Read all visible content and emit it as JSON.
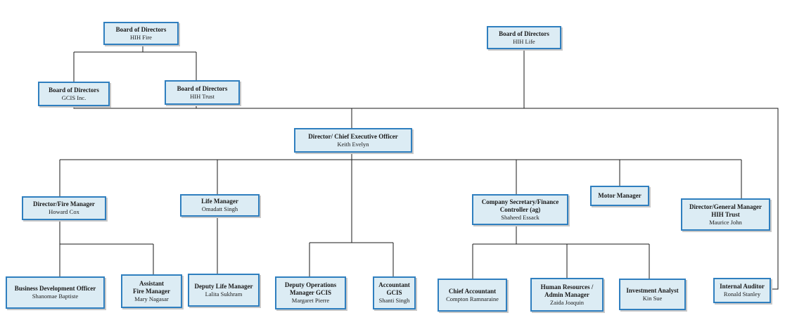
{
  "nodes": {
    "bod_fire": {
      "title": "Board of Directors",
      "name": "HIH Fire"
    },
    "bod_life": {
      "title": "Board of Directors",
      "name": "HIH Life"
    },
    "bod_gcis": {
      "title": "Board of Directors",
      "name": "GCIS Inc."
    },
    "bod_trust": {
      "title": "Board of Directors",
      "name": "HIH Trust"
    },
    "ceo": {
      "title": "Director/ Chief Executive Officer",
      "name": "Keith Evelyn"
    },
    "fire_mgr": {
      "title": "Director/Fire Manager",
      "name": "Howard Cox"
    },
    "life_mgr": {
      "title": "Life Manager",
      "name": "Omadatt Singh"
    },
    "co_sec": {
      "title": "Company Secretary/Finance\nController (ag)",
      "name": "Shaheed Essack"
    },
    "motor_mgr": {
      "title": "Motor Manager",
      "name": ""
    },
    "gm_trust": {
      "title": "Director/General Manager\nHIH Trust",
      "name": "Maurice John"
    },
    "bdo": {
      "title": "Business Development Officer",
      "name": "Shanomae Baptiste"
    },
    "asst_fire": {
      "title": "Assistant\nFire Manager",
      "name": "Mary Nagasar"
    },
    "dep_life": {
      "title": "Deputy Life Manager",
      "name": "Lalita Sukhram"
    },
    "dep_ops": {
      "title": "Deputy Operations\nManager GCIS",
      "name": "Margaret Pierre"
    },
    "acct_gcis": {
      "title": "Accountant\nGCIS",
      "name": "Shanti Singh"
    },
    "chief_acct": {
      "title": "Chief Accountant",
      "name": "Compton Ramnaraine"
    },
    "hr_admin": {
      "title": "Human Resources /\nAdmin Manager",
      "name": "Zaida Joaquin"
    },
    "invest": {
      "title": "Investment Analyst",
      "name": "Kin Sue"
    },
    "auditor": {
      "title": "Internal Auditor",
      "name": "Ronald Stanley"
    }
  },
  "colors": {
    "box_fill": "#dcecf4",
    "box_border": "#2f7fbf",
    "line": "#1a1a1a"
  }
}
